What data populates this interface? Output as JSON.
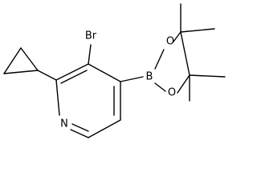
{
  "molecule": {
    "atoms": {
      "br": "Br",
      "b": "B",
      "o_top": "O",
      "o_bottom": "O",
      "n": "N"
    }
  }
}
